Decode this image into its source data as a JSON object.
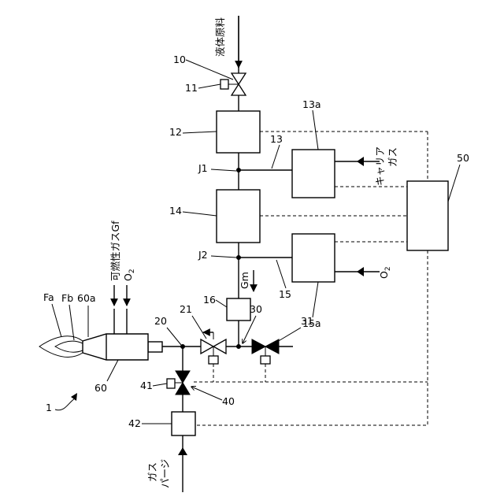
{
  "inputs": {
    "liquid_raw_material": "液体原料",
    "carrier_gas": [
      "キャリア",
      "ガス"
    ],
    "oxygen_main": "O",
    "oxygen_main_sub": "2",
    "combustible_gas": "可燃性ガスGf",
    "oxygen_burner": "O",
    "oxygen_burner_sub": "2",
    "purge_gas": [
      "パージ",
      "ガス"
    ]
  },
  "labels": {
    "ref_10": "10",
    "ref_11": "11",
    "ref_12": "12",
    "ref_13": "13",
    "ref_13a": "13a",
    "ref_14": "14",
    "ref_15": "15",
    "ref_15a": "15a",
    "ref_16": "16",
    "ref_20": "20",
    "ref_21": "21",
    "ref_30": "30",
    "ref_31": "31",
    "ref_40": "40",
    "ref_41": "41",
    "ref_42": "42",
    "ref_50": "50",
    "ref_60": "60",
    "ref_60a": "60a",
    "ref_1": "1",
    "junction_1": "J1",
    "junction_2": "J2",
    "gas_mixture": "Gm",
    "flame_a": "Fa",
    "flame_b": "Fb"
  }
}
